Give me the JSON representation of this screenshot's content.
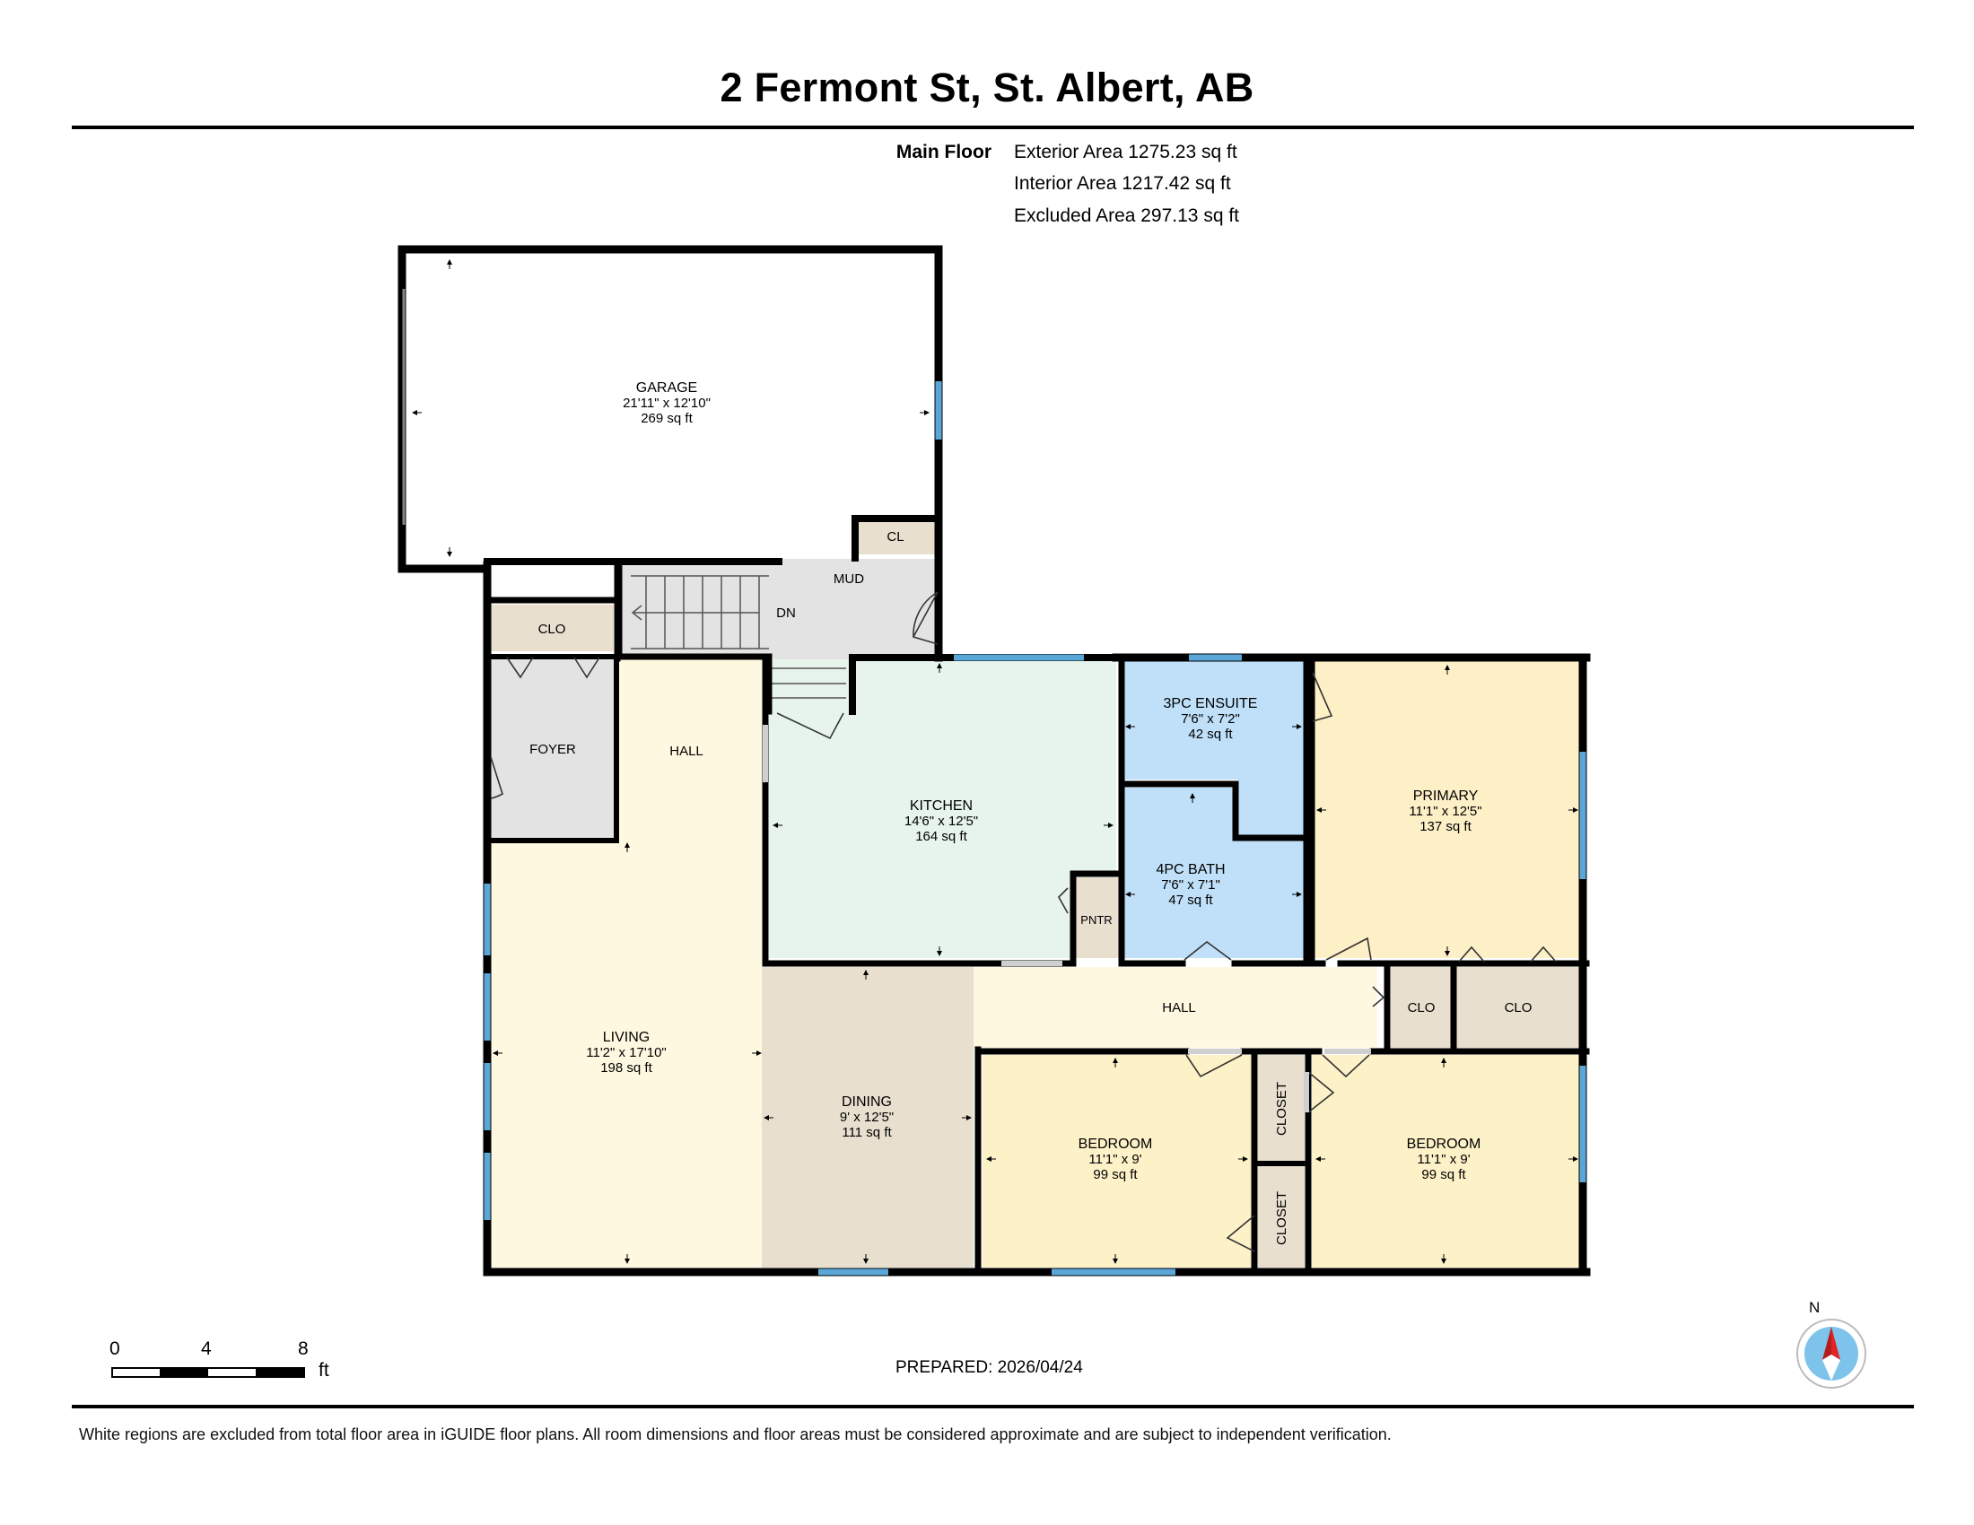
{
  "header": {
    "title": "2 Fermont St, St. Albert, AB"
  },
  "summary": {
    "floor_label": "Main Floor",
    "exterior_area": "Exterior Area 1275.23 sq ft",
    "interior_area": "Interior Area 1217.42 sq ft",
    "excluded_area": "Excluded Area 297.13 sq ft"
  },
  "rooms": {
    "garage": {
      "name": "GARAGE",
      "dim": "21'11\" x 12'10\"",
      "sqft": "269 sq ft"
    },
    "kitchen": {
      "name": "KITCHEN",
      "dim": "14'6\" x 12'5\"",
      "sqft": "164 sq ft"
    },
    "ensuite": {
      "name": "3PC ENSUITE",
      "dim": "7'6\" x 7'2\"",
      "sqft": "42 sq ft"
    },
    "bath": {
      "name": "4PC BATH",
      "dim": "7'6\" x 7'1\"",
      "sqft": "47 sq ft"
    },
    "primary": {
      "name": "PRIMARY",
      "dim": "11'1\" x 12'5\"",
      "sqft": "137 sq ft"
    },
    "living": {
      "name": "LIVING",
      "dim": "11'2\" x 17'10\"",
      "sqft": "198 sq ft"
    },
    "dining": {
      "name": "DINING",
      "dim": "9' x 12'5\"",
      "sqft": "111 sq ft"
    },
    "bedroom1": {
      "name": "BEDROOM",
      "dim": "11'1\" x 9'",
      "sqft": "99 sq ft"
    },
    "bedroom2": {
      "name": "BEDROOM",
      "dim": "11'1\" x 9'",
      "sqft": "99 sq ft"
    }
  },
  "labels": {
    "cl": "CL",
    "mud": "MUD",
    "dn": "DN",
    "clo_foyer": "CLO",
    "foyer": "FOYER",
    "hall_upper": "HALL",
    "hall_lower": "HALL",
    "pntr": "PNTR",
    "clo_hall_1": "CLO",
    "clo_hall_2": "CLO",
    "closet_1": "CLOSET",
    "closet_2": "CLOSET"
  },
  "scale": {
    "tick_0": "0",
    "tick_4": "4",
    "tick_8": "8",
    "unit": "ft"
  },
  "prepared": "PREPARED: 2026/04/24",
  "compass": {
    "north_label": "N"
  },
  "footer": {
    "disclaimer": "White regions are excluded from total floor area in iGUIDE floor plans. All room dimensions and floor areas must be considered approximate and are subject to independent verification."
  },
  "colors": {
    "wall": "#000000",
    "window": "#5aa6d6",
    "garage": "#ffffff",
    "kitchen": "#e6f4ec",
    "bath": "#bfe0f8",
    "primary": "#fdefc6",
    "bedroom": "#fdf1c8",
    "hall": "#fff8e1",
    "dining": "#e8dfcf",
    "utility": "#e3e3e3",
    "closet": "#e8dfcf",
    "compass_red": "#e32323",
    "compass_blue": "#7ec3ea"
  }
}
